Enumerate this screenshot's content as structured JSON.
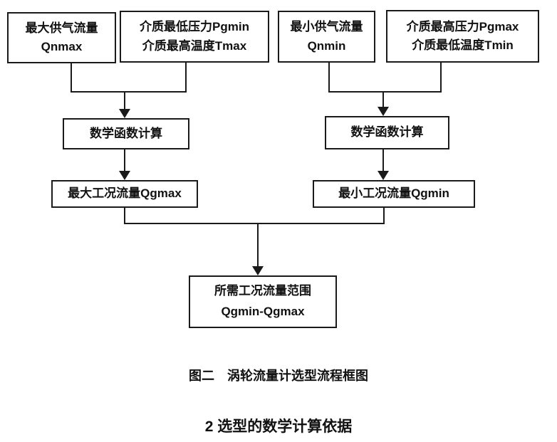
{
  "page": {
    "background": "#ffffff",
    "line_color": "#1a1a1a"
  },
  "flowchart": {
    "boxes": {
      "qnmax": {
        "line1": "最大供气流量",
        "line2": "Qnmax"
      },
      "pgmin_tmax": {
        "line1": "介质最低压力Pgmin",
        "line2": "介质最高温度Tmax"
      },
      "qnmin": {
        "line1": "最小供气流量",
        "line2": "Qnmin"
      },
      "pgmax_tmin": {
        "line1": "介质最高压力Pgmax",
        "line2": "介质最低温度Tmin"
      },
      "calc_left": {
        "label": "数学函数计算"
      },
      "calc_right": {
        "label": "数学函数计算"
      },
      "qgmax": {
        "label": "最大工况流量Qgmax"
      },
      "qgmin": {
        "label": "最小工况流量Qgmin"
      },
      "range": {
        "line1": "所需工况流量范围",
        "line2": "Qgmin-Qgmax"
      }
    },
    "caption": "图二　涡轮流量计选型流程框图"
  },
  "section_heading": "2 选型的数学计算依据"
}
